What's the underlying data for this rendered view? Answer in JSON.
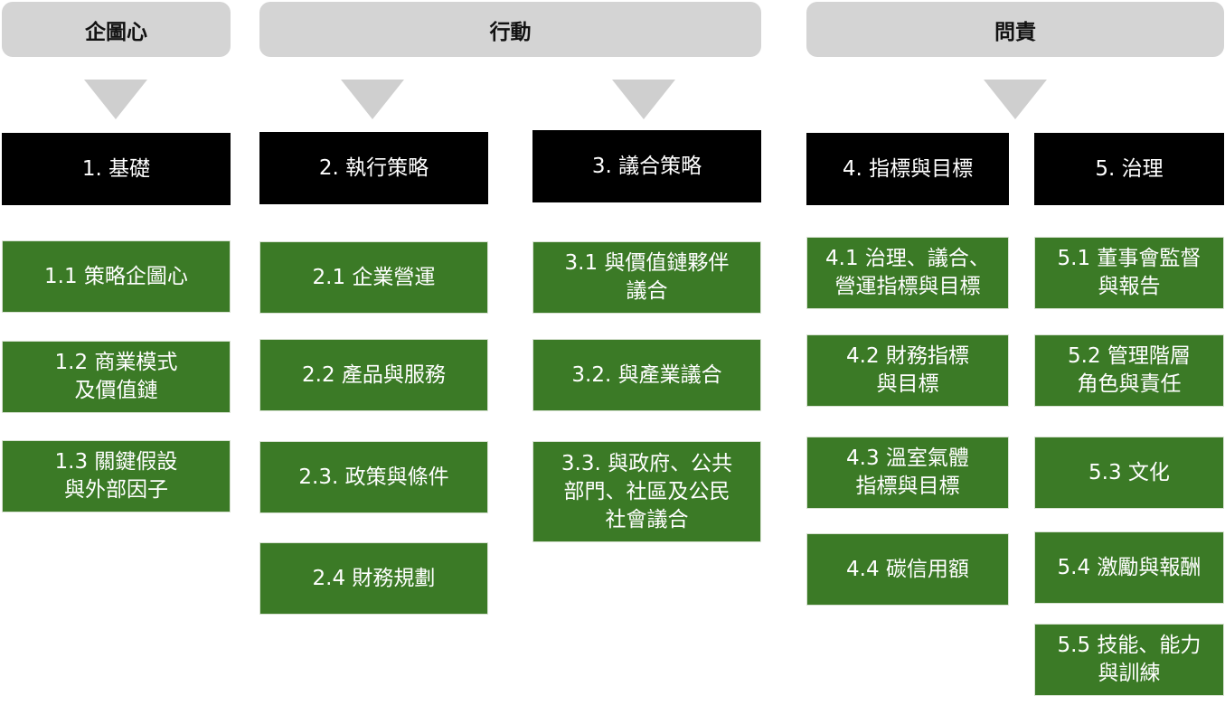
{
  "headers": [
    "企圖心",
    "行動",
    "問責"
  ],
  "columns": [
    {
      "title": "1. 基礎",
      "items": [
        "1.1 策略企圖心",
        "1.2 商業模式\n及價值鏈",
        "1.3 關鍵假設\n與外部因子"
      ]
    },
    {
      "title": "2. 執行策略",
      "items": [
        "2.1 企業營運",
        "2.2 產品與服務",
        "2.3. 政策與條件",
        "2.4 財務規劃"
      ]
    },
    {
      "title": "3. 議合策略",
      "items": [
        "3.1 與價值鏈夥伴\n議合",
        "3.2. 與產業議合",
        "3.3. 與政府、公共\n部門、社區及公民\n社會議合"
      ]
    },
    {
      "title": "4. 指標與目標",
      "items": [
        "4.1 治理、議合、\n營運指標與目標",
        "4.2 財務指標\n與目標",
        "4.3 溫室氣體\n指標與目標",
        "4.4 碳信用額"
      ]
    },
    {
      "title": "5. 治理",
      "items": [
        "5.1 董事會監督\n與報告",
        "5.2 管理階層\n角色與責任",
        "5.3 文化",
        "5.4 激勵與報酬",
        "5.5 技能、能力\n與訓練"
      ]
    }
  ],
  "colors": {
    "header": "#d4d4d4",
    "title": "#000000",
    "item": "#3b7a26"
  }
}
